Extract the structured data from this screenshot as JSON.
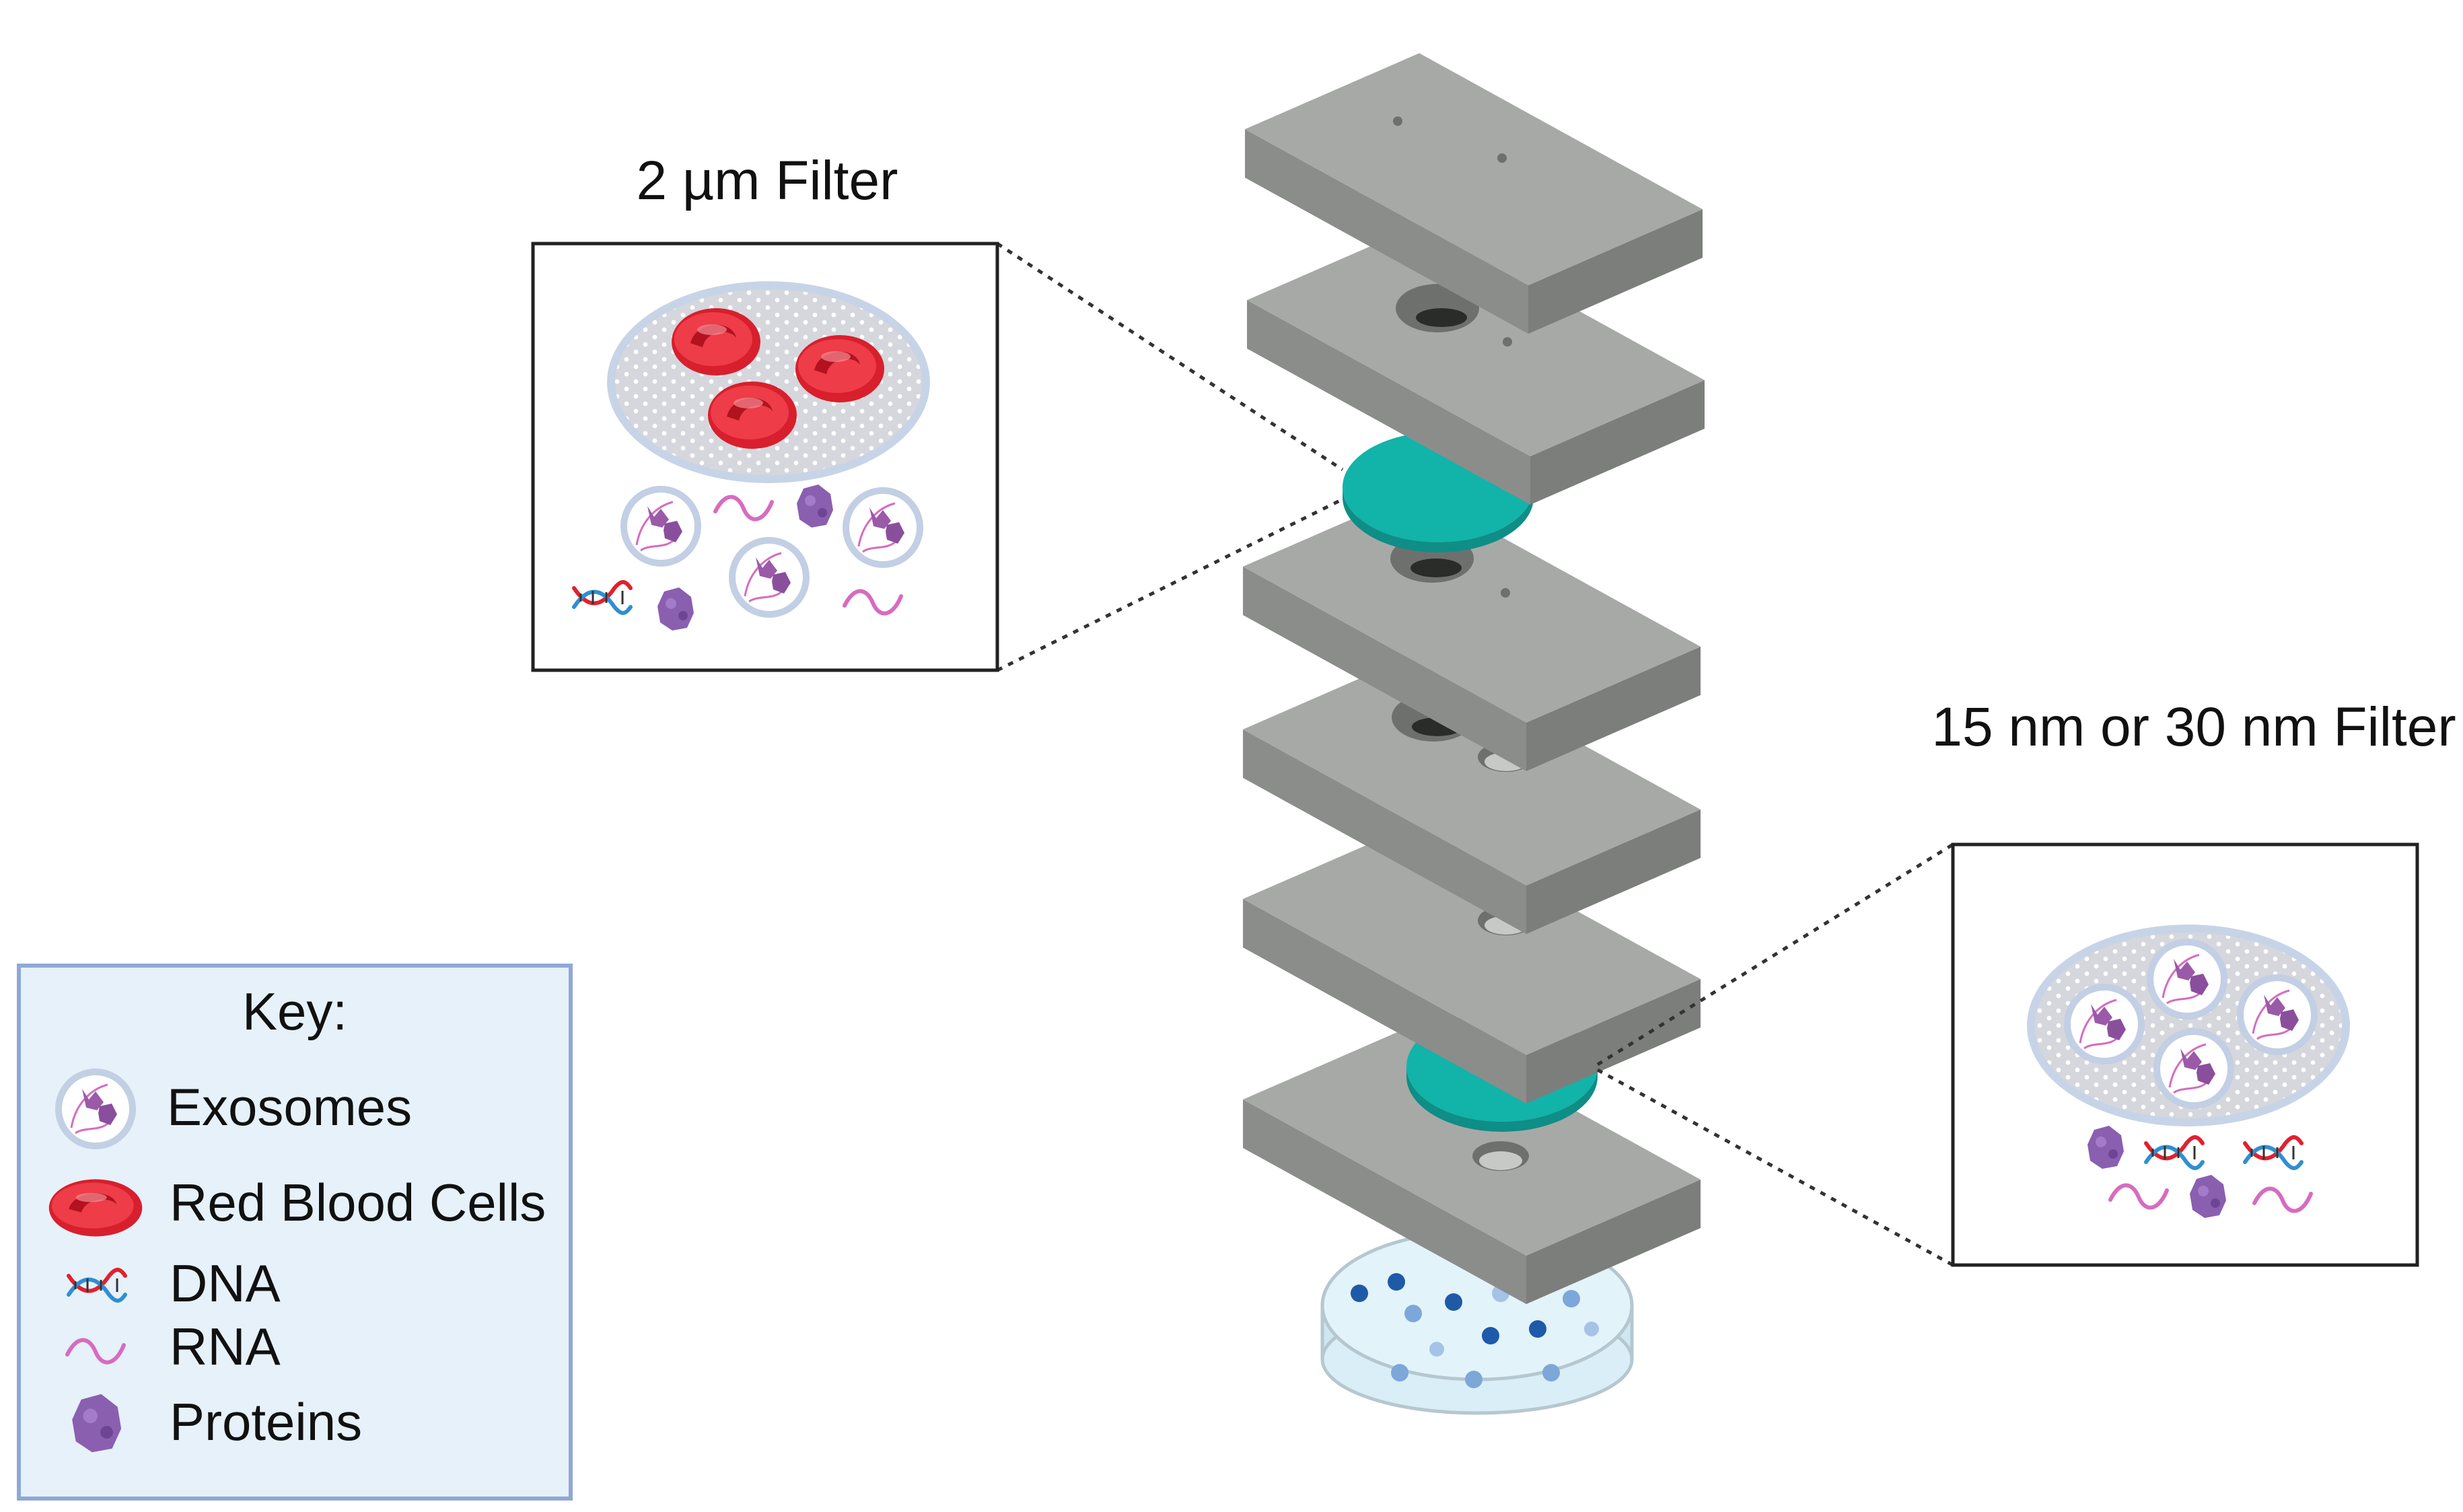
{
  "labels": {
    "left_filter": "2 µm Filter",
    "right_filter": "15 nm or 30 nm Filter"
  },
  "key": {
    "title": "Key:",
    "items": [
      "Exosomes",
      "Red Blood Cells",
      "DNA",
      "RNA",
      "Proteins"
    ]
  },
  "colors": {
    "plate_top": "#a7a9a7",
    "plate_left": "#8b8d8b",
    "plate_right": "#7c7e7c",
    "filter_membrane": "#12b3a9",
    "red_blood_cell": "#e0212f",
    "key_background": "#e6f1f9",
    "key_border": "#8fa8d6",
    "rna": "#d66cc0",
    "protein": "#8a5fb0",
    "exosome_cargo": "#9a5aa8",
    "collection_dish_particles": "#1e5aa8"
  },
  "icons": [
    "exosome-icon",
    "red-blood-cell-icon",
    "dna-icon",
    "rna-icon",
    "protein-icon",
    "petri-dish-icon"
  ]
}
